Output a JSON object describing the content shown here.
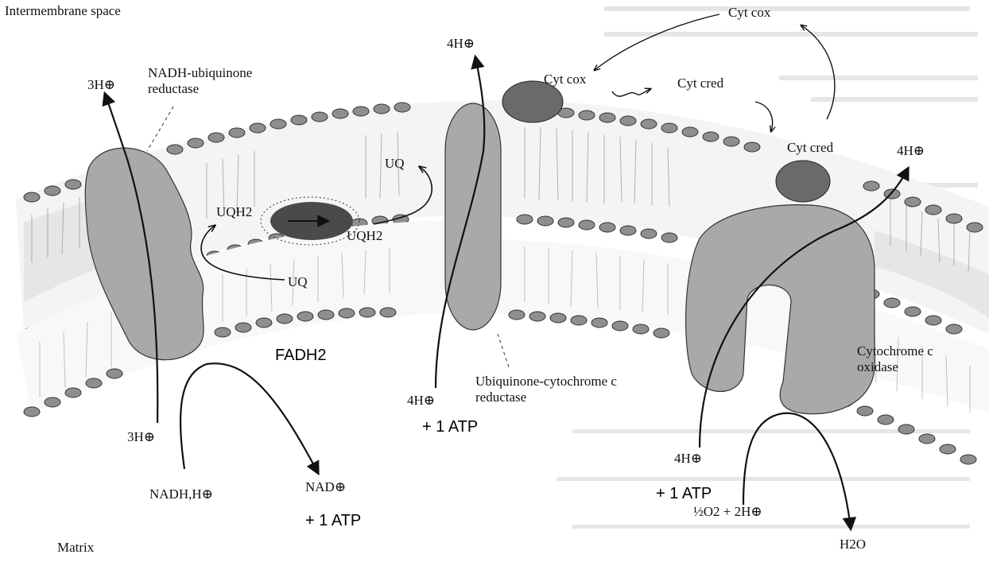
{
  "labels": {
    "intermembrane_space": "Intermembrane space",
    "matrix": "Matrix",
    "nadh_ubiquinone_reductase": "NADH-ubiquinone reductase",
    "ubiquinone_cytc_reductase": "Ubiquinone-cytochrome c reductase",
    "cytochrome_c_oxidase": "Cytochrome c oxidase",
    "cyt_cox_top": "Cyt cox",
    "cyt_cox_mid": "Cyt cox",
    "cyt_cred_mid": "Cyt cred",
    "cyt_cred_right": "Cyt cred",
    "h3_top": "3H⊕",
    "h3_bottom": "3H⊕",
    "h4_top_mid": "4H⊕",
    "h4_bottom_mid": "4H⊕",
    "h4_top_right": "4H⊕",
    "h4_bottom_right": "4H⊕",
    "nadh_h": "NADH,H⊕",
    "nad": "NAD⊕",
    "uq_1": "UQ",
    "uq_2": "UQ",
    "uqh2_1": "UQH2",
    "uqh2_2": "UQH2",
    "o2_2h": "½O2 + 2H⊕",
    "h2o": "H2O",
    "fadh2": "FADH2",
    "atp_1": "+ 1 ATP",
    "atp_2": "+ 1 ATP",
    "atp_3": "+ 1 ATP"
  },
  "colors": {
    "complex_fill": "#a9a9a9",
    "head_fill": "#8e8e8e",
    "dark_blob": "#4a4a4a",
    "cytc_fill": "#6a6a6a",
    "ink": "#111111"
  }
}
